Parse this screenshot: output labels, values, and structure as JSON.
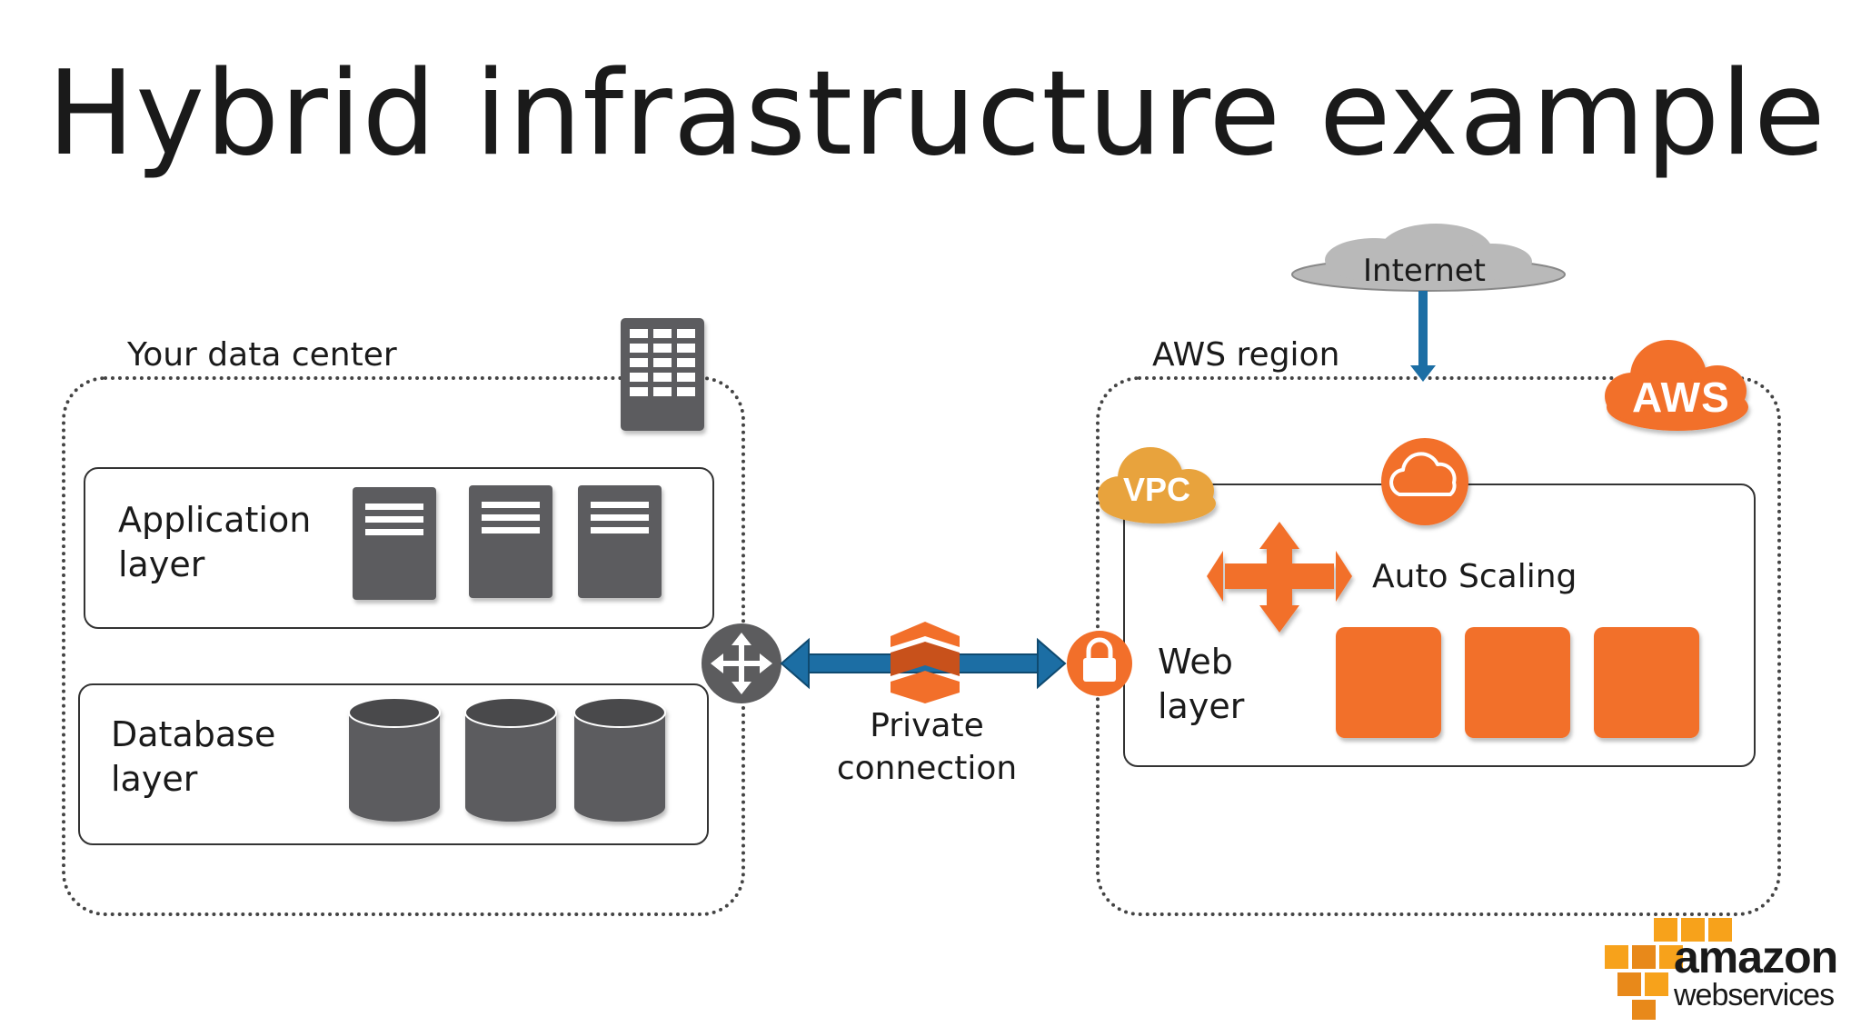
{
  "title": "Hybrid infrastructure example",
  "data_center": {
    "label": "Your data center",
    "application_layer": "Application\nlayer",
    "database_layer": "Database\nlayer"
  },
  "connection": {
    "label": "Private\nconnection"
  },
  "aws_region": {
    "label": "AWS region",
    "internet": "Internet",
    "aws_badge": "AWS",
    "vpc_badge": "VPC",
    "auto_scaling": "Auto Scaling",
    "web_layer": "Web\nlayer"
  },
  "logo": {
    "line1": "amazon",
    "line2": "webservices"
  },
  "colors": {
    "orange": "#f26f2a",
    "gray": "#5c5c5e",
    "blue": "#1c6ea4",
    "vpc": "#e8a33d",
    "cloud": "#b9b9b9"
  }
}
